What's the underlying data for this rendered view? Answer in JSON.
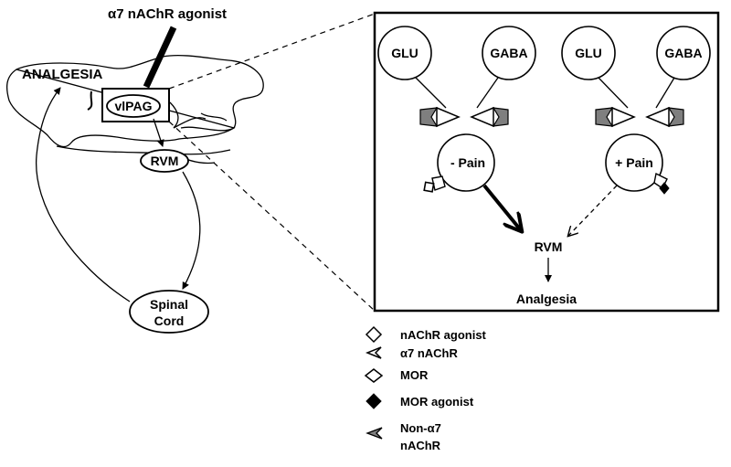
{
  "brain_schematic": {
    "agonist_label": "α7 nAChR agonist",
    "analgesia_label": "ANALGESIA",
    "vlpag_label": "vlPAG",
    "rvm_label": "RVM",
    "spinal_cord_line1": "Spinal",
    "spinal_cord_line2": "Cord"
  },
  "inset": {
    "neurons": [
      {
        "label": "GLU"
      },
      {
        "label": "GABA"
      },
      {
        "label": "GLU"
      },
      {
        "label": "GABA"
      }
    ],
    "minus_pain_label": "- Pain",
    "plus_pain_label": "+ Pain",
    "rvm_label": "RVM",
    "analgesia_label": "Analgesia"
  },
  "legend": [
    {
      "label": "nAChR agonist",
      "icon": "open-diamond-icon"
    },
    {
      "label": "α7 nAChR",
      "icon": "open-chevron-receptor-icon"
    },
    {
      "label": "MOR",
      "icon": "open-diamond-receptor-icon"
    },
    {
      "label": "MOR agonist",
      "icon": "filled-diamond-icon"
    },
    {
      "label_line1": "Non-α7",
      "label_line2": "nAChR",
      "icon": "gray-chevron-receptor-icon"
    }
  ],
  "colors": {
    "line": "#000000",
    "receptor_gray": "#7f7f7f",
    "background": "#ffffff"
  }
}
